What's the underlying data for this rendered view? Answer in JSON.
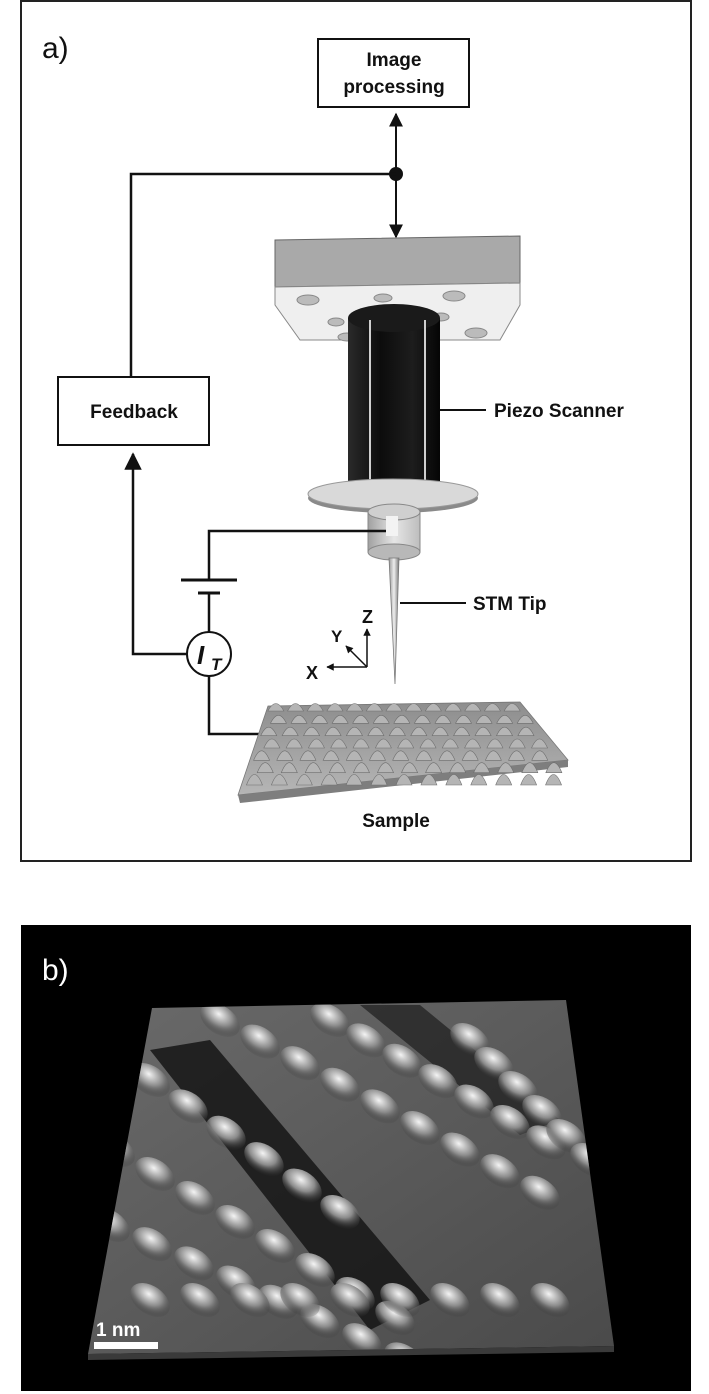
{
  "panel_a": {
    "label": "a)",
    "image_processing": [
      "Image",
      "processing"
    ],
    "feedback": "Feedback",
    "piezo_scanner": "Piezo Scanner",
    "stm_tip": "STM Tip",
    "sample": "Sample",
    "current_main": "I",
    "current_sub": "T",
    "axis_x": "X",
    "axis_y": "Y",
    "axis_z": "Z"
  },
  "panel_b": {
    "label": "b)",
    "scale_bar": "1 nm"
  },
  "colors": {
    "line": "#111111",
    "scanner_body": "#141414",
    "mount_top": "#a9a9a9",
    "mount_front": "#f0f0f0",
    "disc": "#d9d9d9",
    "surface": "#9c9c9c",
    "panel_b_bg": "#000000"
  }
}
